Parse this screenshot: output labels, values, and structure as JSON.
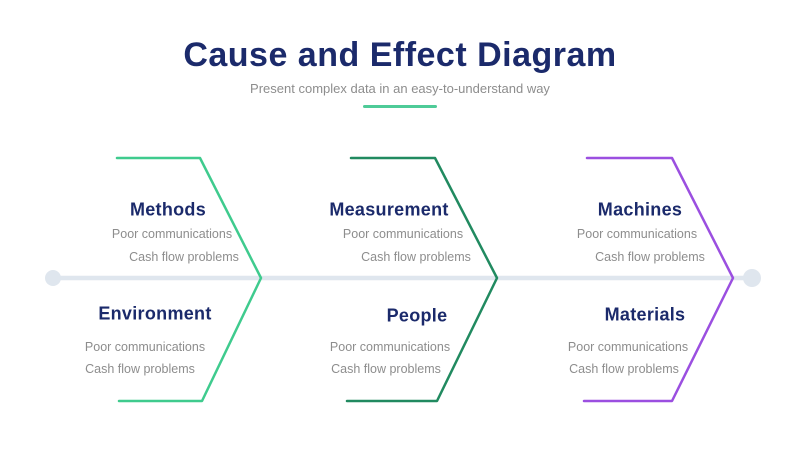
{
  "header": {
    "title": "Cause and Effect Diagram",
    "subtitle": "Present complex data in an easy-to-understand way"
  },
  "colors": {
    "title_navy": "#1b2a6b",
    "subtitle_gray": "#8d8d8d",
    "underline_green": "#4ecb98",
    "spine_gray": "#dfe6ee",
    "item_gray": "#8d8d8d"
  },
  "diagram": {
    "type": "fishbone",
    "branches": [
      {
        "color": "#3fcb8e",
        "top": {
          "title": "Methods",
          "items": [
            "Poor communications",
            "Cash flow problems"
          ]
        },
        "bottom": {
          "title": "Environment",
          "items": [
            "Poor communications",
            "Cash flow problems"
          ]
        }
      },
      {
        "color": "#218a60",
        "top": {
          "title": "Measurement",
          "items": [
            "Poor communications",
            "Cash flow problems"
          ]
        },
        "bottom": {
          "title": "People",
          "items": [
            "Poor communications",
            "Cash flow problems"
          ]
        }
      },
      {
        "color": "#9b4fe0",
        "top": {
          "title": "Machines",
          "items": [
            "Poor communications",
            "Cash flow problems"
          ]
        },
        "bottom": {
          "title": "Materials",
          "items": [
            "Poor communications",
            "Cash flow problems"
          ]
        }
      }
    ]
  }
}
